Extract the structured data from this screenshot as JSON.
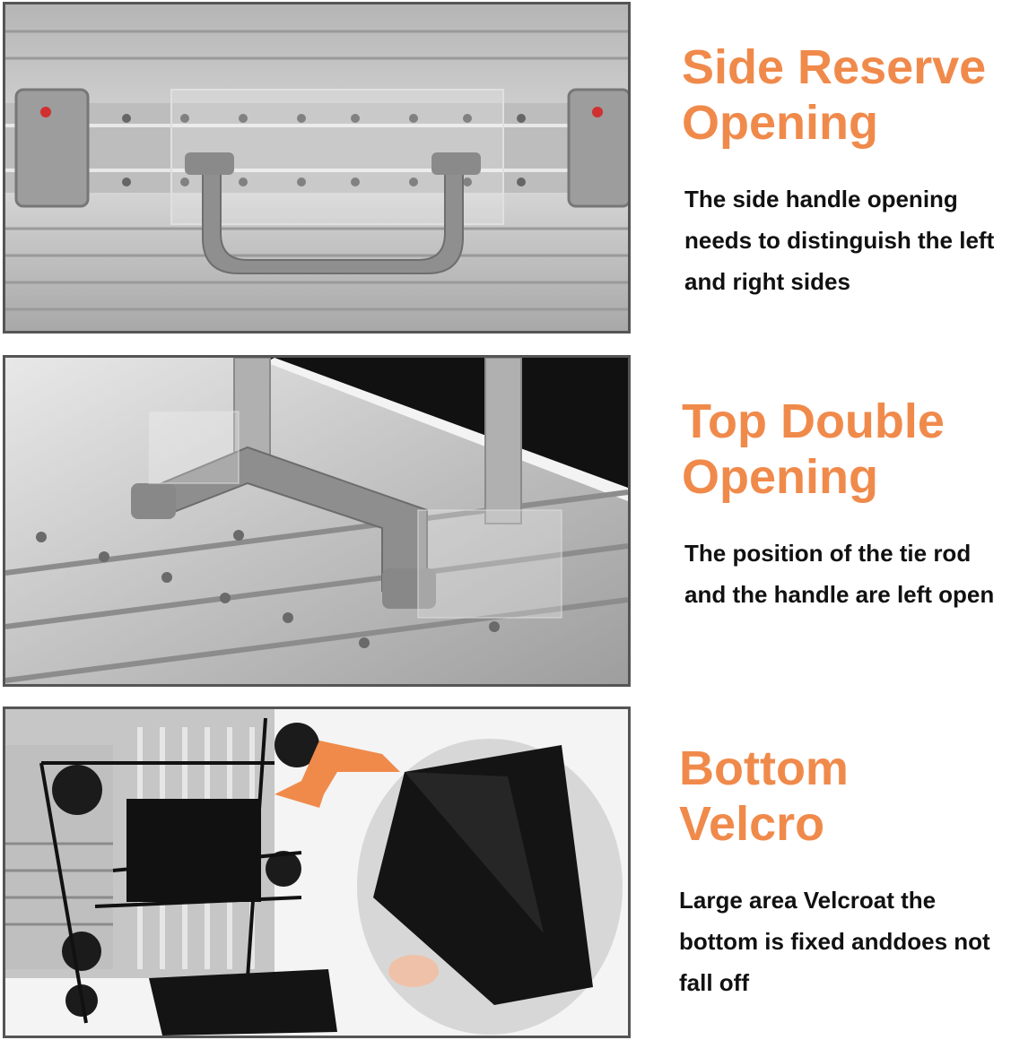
{
  "sections": [
    {
      "title": "Side Reserve\nOpening",
      "description": "The side handle opening needs to distinguish the left and right sides"
    },
    {
      "title": "Top Double\nOpening",
      "description": "The position of the tie rod and the handle are left open"
    },
    {
      "title": "Bottom\nVelcro",
      "description": "Large area Velcroat the bottom is fixed anddoes not fall off"
    }
  ],
  "colors": {
    "accent": "#f08a4b",
    "text": "#111111",
    "frame": "#555555"
  }
}
